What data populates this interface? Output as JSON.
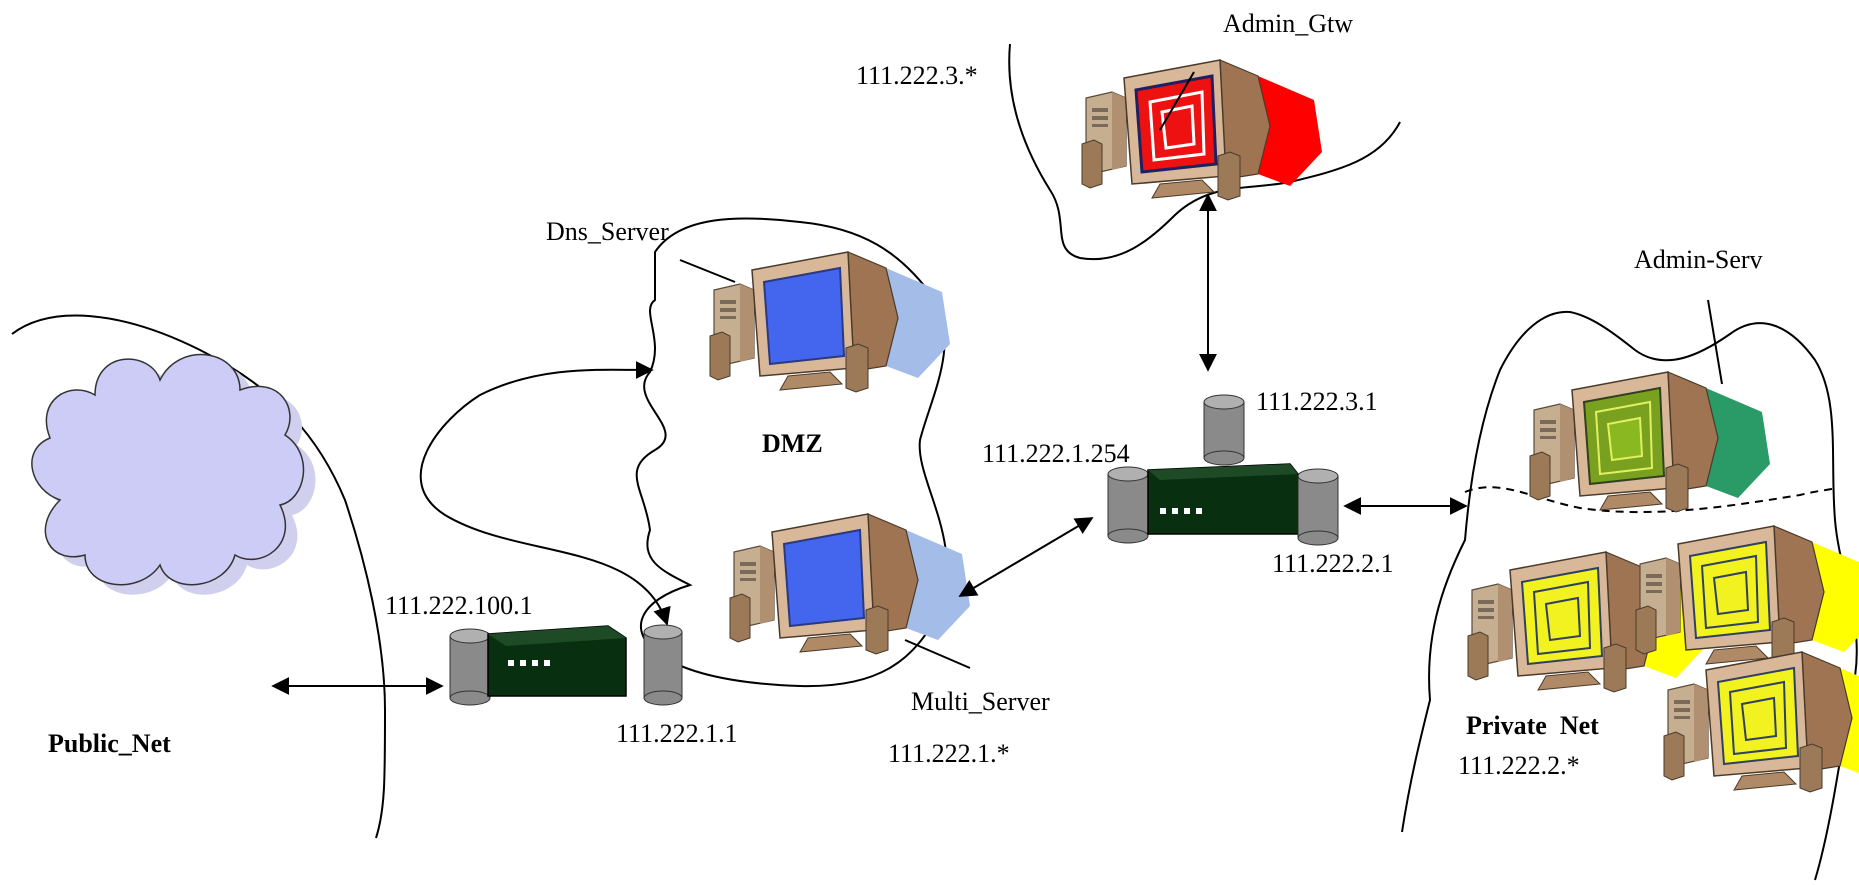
{
  "labels": {
    "public_net": "Public_Net",
    "dmz": "DMZ",
    "private_net": "Private  Net",
    "dns_server": "Dns_Server",
    "multi_server": "Multi_Server",
    "admin_gtw": "Admin_Gtw",
    "admin_serv": "Admin-Serv",
    "ip_router1_public": "111.222.100.1",
    "ip_router1_dmz": "111.222.1.1",
    "ip_dmz_subnet": "111.222.1.*",
    "ip_router2_dmz": "111.222.1.254",
    "ip_router2_admin": "111.222.3.1",
    "ip_router2_private": "111.222.2.1",
    "ip_admin_subnet": "111.222.3.*",
    "ip_private_subnet": "111.222.2.*"
  },
  "colors": {
    "cloud_fill": "#ccccf6",
    "cloud_shadow": "#d0d0ee",
    "router_body": "#083010",
    "disk_gray": "#8a8a8a",
    "screen_blue": "#4466ee",
    "shadow_blue": "#a4bce8",
    "screen_red": "#ee1111",
    "shadow_red": "#ff0000",
    "screen_green": "#7aa020",
    "shadow_green": "#2a9a66",
    "screen_yellow": "#f2f220",
    "shadow_yellow": "#ffff00"
  },
  "icons": {
    "workstation": "computer-workstation-icon",
    "router": "router-icon",
    "cloud": "internet-cloud-icon"
  }
}
